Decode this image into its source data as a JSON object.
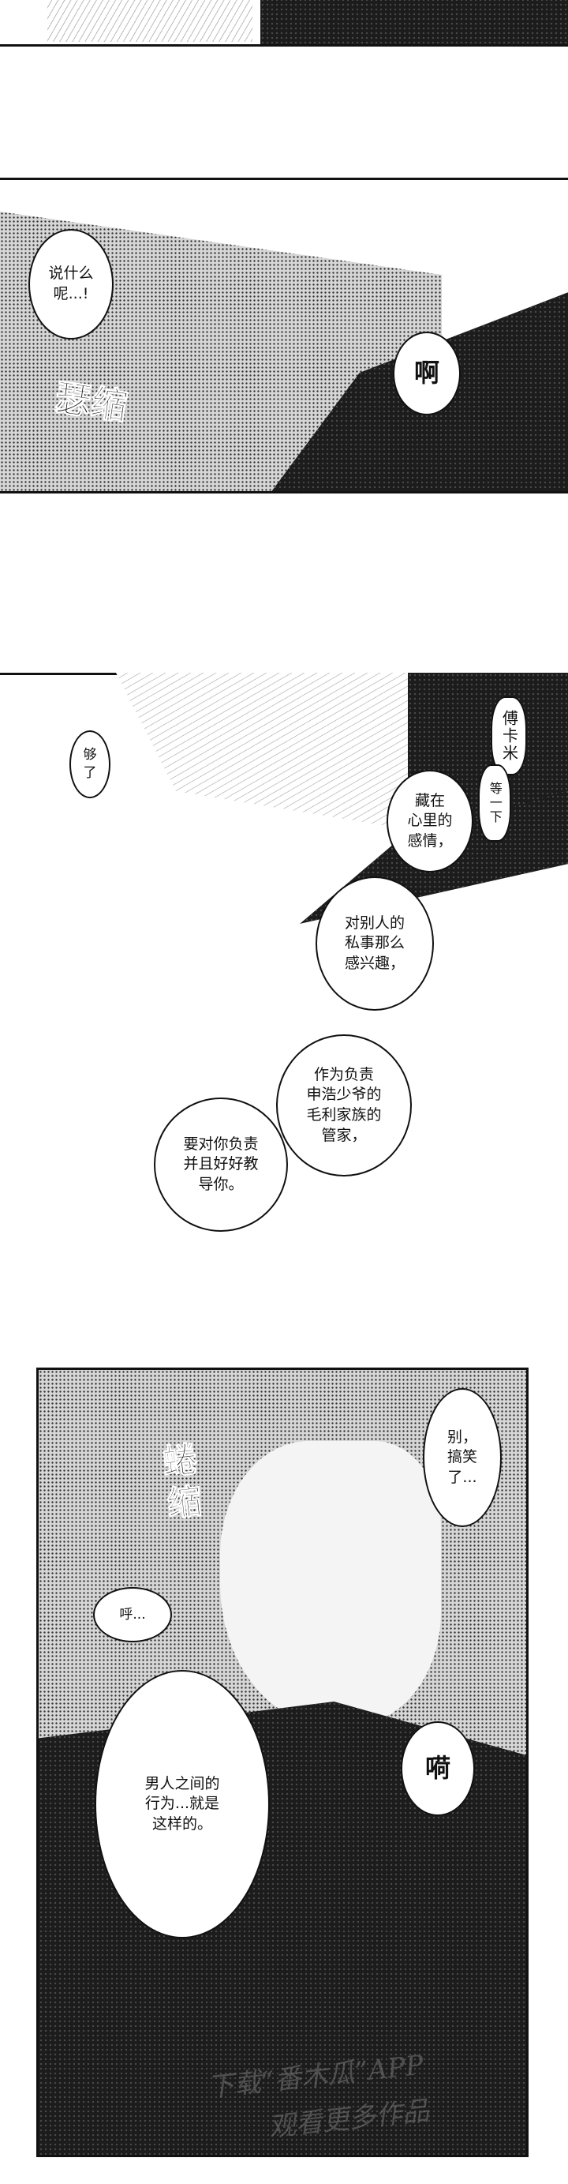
{
  "panel1": {
    "bubbles": {
      "what_did_you_say": "说什么\n呢...!",
      "ah": "啊"
    },
    "sfx": {
      "shrink": "瑟缩"
    }
  },
  "panel2": {
    "bubbles": {
      "enough": "够\n了",
      "fukami": "傅卡米",
      "wait": "等一下",
      "hidden_feelings": "藏在\n心里的\n感情，",
      "interested": "对别人的\n私事那么\n感兴趣，",
      "as_butler": "作为负责\n申浩少爷的\n毛利家族的\n管家，",
      "responsible": "要对你负责\n并且好好教\n导你。"
    }
  },
  "panel3": {
    "bubbles": {
      "dont_joke": "别，\n搞笑\n了...",
      "huff": "呼...",
      "ngh": "嗬",
      "between_men": "男人之间的\n行为...就是\n这样的。"
    },
    "sfx": {
      "curl_up": "蜷\n缩"
    },
    "watermark": {
      "line1": "下载“番木瓜”APP",
      "line2": "观看更多作品"
    }
  }
}
